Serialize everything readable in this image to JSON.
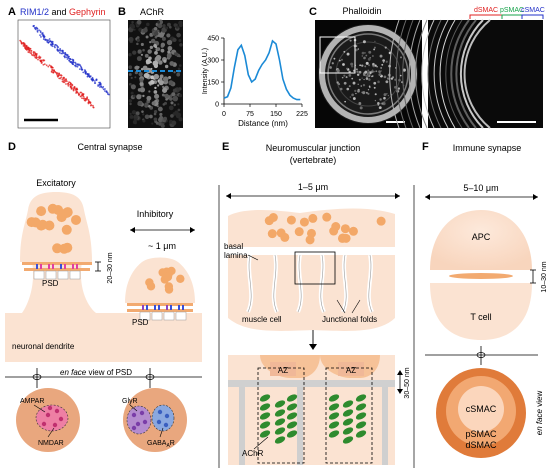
{
  "panelA": {
    "letter": "A",
    "title_part1": "RIM1/2",
    "title_and": " and ",
    "title_part2": "Gephyrin",
    "color_rim": "#2230c8",
    "color_geph": "#e02020"
  },
  "panelB": {
    "letter": "B",
    "title": "AChR",
    "chart_data": {
      "type": "line",
      "xlabel": "Distance (nm)",
      "ylabel": "Intensity (A.U.)",
      "xlim": [
        0,
        225
      ],
      "ylim": [
        0,
        450
      ],
      "x_ticks": [
        "0",
        "75",
        "150",
        "225"
      ],
      "y_ticks": [
        "0",
        "150",
        "300",
        "450"
      ],
      "series": [
        {
          "color": "#1b8ad6",
          "x": [
            0,
            10,
            20,
            30,
            40,
            50,
            60,
            70,
            80,
            90,
            100,
            110,
            120,
            130,
            140,
            150,
            160,
            170,
            180,
            190,
            200,
            210,
            220
          ],
          "y": [
            40,
            50,
            110,
            250,
            370,
            400,
            330,
            200,
            150,
            170,
            230,
            270,
            300,
            350,
            430,
            410,
            300,
            170,
            100,
            60,
            40,
            30,
            30
          ]
        }
      ]
    }
  },
  "panelC": {
    "letter": "C",
    "title": "Phalloidin",
    "dsmac": "dSMAC",
    "psmac": "pSMAC",
    "csmac": "cSMAC",
    "color_d": "#e02020",
    "color_p": "#16a34a",
    "color_c": "#2230c8"
  },
  "panelD": {
    "letter": "D",
    "title": "Central synapse",
    "excitatory": "Excitatory",
    "inhibitory": "Inhibitory",
    "gap": "20–30 nm",
    "width": "~ 1 μm",
    "psd": "PSD",
    "dendrite": "neuronal dendrite",
    "en_face_italic": "en face",
    "en_face_rest": " view of PSD",
    "ampar": "AMPAR",
    "nmdar": "NMDAR",
    "glyr": "GlyR",
    "gabaar_main": "GABA",
    "gabaar_sub": "A",
    "gabaar_tail": "R"
  },
  "panelE": {
    "letter": "E",
    "title_line1": "Neuromuscular junction",
    "title_line2": "(vertebrate)",
    "width": "1–5 μm",
    "basal": "basal",
    "lamina": "lamina",
    "muscle": "muscle cell",
    "folds": "Junctional folds",
    "az": "AZ",
    "gap": "30–50 nm",
    "achr": "AChR"
  },
  "panelF": {
    "letter": "F",
    "title": "Immune synapse",
    "width": "5–10 μm",
    "apc": "APC",
    "tcell": "T cell",
    "gap": "10–30 nm",
    "en_face_italic": "en face",
    "en_face_rest": " view",
    "csmac": "cSMAC",
    "psmac": "pSMAC",
    "dsmac": "dSMAC"
  },
  "colors": {
    "peach": "#fbe3d2",
    "vesicle": "#f3a868",
    "membrane": "#f2aa70",
    "disk": "#e9a77e",
    "green": "#2e8b2e"
  }
}
